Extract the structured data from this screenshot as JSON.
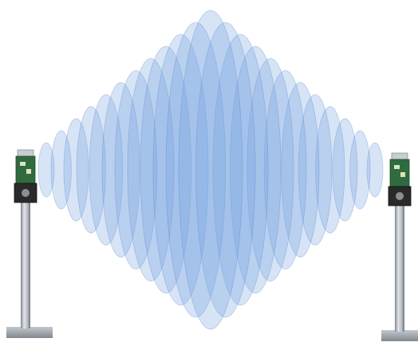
{
  "colors": {
    "background": "#ffffff",
    "field_fill": "#6f9ede",
    "field_stroke": "#4a7fc9",
    "pole": "#b9bfc6",
    "pole_shade": "#7d848c",
    "base_plate": "#9aa1a8",
    "reader_board": "#2f6b3e",
    "reader_housing": "#2a2a2a",
    "reader_top": "#c9ccd0"
  },
  "devices": [
    {
      "name": "left-antenna-reader"
    },
    {
      "name": "right-antenna-reader"
    }
  ],
  "field_rings": 23
}
